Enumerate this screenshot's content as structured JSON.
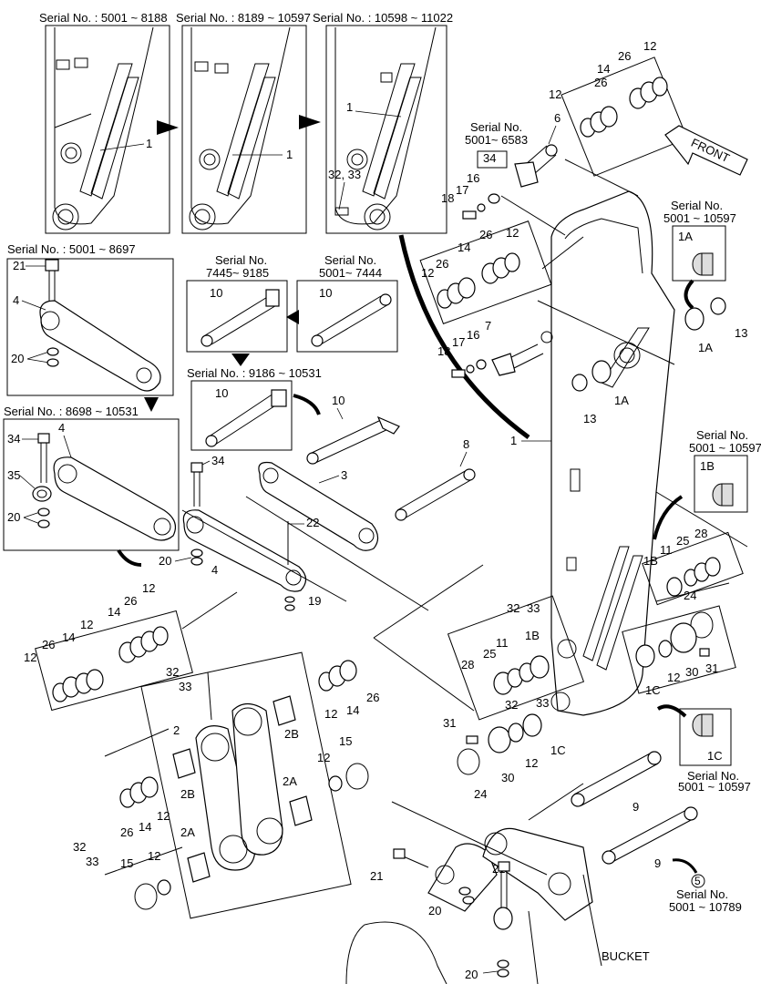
{
  "serials": {
    "top1": "Serial No. : 5001 ~ 8188",
    "top2": "Serial No. : 8189 ~ 10597",
    "top3": "Serial No. : 10598 ~ 11022",
    "link_a": "Serial No. : 5001 ~ 8697",
    "link_b": "Serial No. : 8698 ~ 10531",
    "pin_a_1": "Serial No.",
    "pin_a_2": "7445~ 9185",
    "pin_b_1": "Serial No.",
    "pin_b_2": "5001~ 7444",
    "pin_c": "Serial No. : 9186 ~ 10531",
    "pin6_1": "Serial No.",
    "pin6_2": "5001~ 6583",
    "bush1a_1": "Serial No.",
    "bush1a_2": "5001 ~ 10597",
    "bush1b_1": "Serial No.",
    "bush1b_2": "5001 ~ 10597",
    "bush1c_1": "Serial No.",
    "bush1c_2": "5001 ~ 10597",
    "pin9_1": "Serial No.",
    "pin9_2": "5001 ~ 10789"
  },
  "front_label": "FRONT",
  "bucket_label": "BUCKET",
  "ref_circle": "5",
  "labels": {
    "n1": "1",
    "n2": "2",
    "n2a": "2A",
    "n2b": "2B",
    "n3": "3",
    "n4": "4",
    "n6": "6",
    "n7": "7",
    "n8": "8",
    "n9": "9",
    "n10": "10",
    "n11": "11",
    "n12": "12",
    "n13": "13",
    "n14": "14",
    "n15": "15",
    "n16": "16",
    "n17": "17",
    "n18": "18",
    "n19": "19",
    "n20": "20",
    "n21": "21",
    "n22": "22",
    "n24": "24",
    "n25": "25",
    "n26": "26",
    "n28": "28",
    "n30": "30",
    "n31": "31",
    "n32": "32",
    "n33": "33",
    "n3233": "32, 33",
    "n34": "34",
    "n35": "35",
    "n1a": "1A",
    "n1b": "1B",
    "n1c": "1C"
  }
}
